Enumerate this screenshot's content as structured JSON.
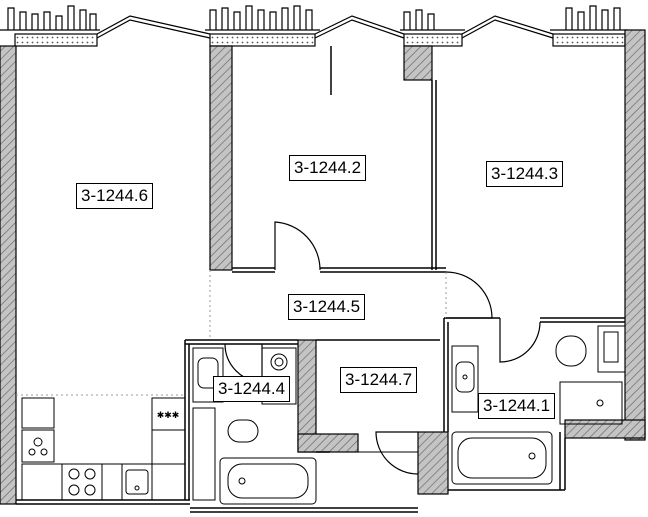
{
  "rooms": [
    {
      "id": "r6",
      "label": "3-1244.6"
    },
    {
      "id": "r2",
      "label": "3-1244.2"
    },
    {
      "id": "r3",
      "label": "3-1244.3"
    },
    {
      "id": "r5",
      "label": "3-1244.5"
    },
    {
      "id": "r4",
      "label": "3-1244.4"
    },
    {
      "id": "r7",
      "label": "3-1244.7"
    },
    {
      "id": "r1",
      "label": "3-1244.1"
    }
  ],
  "colors": {
    "wall_fill": "#bdbdbd",
    "line": "#000000",
    "background": "#ffffff"
  }
}
